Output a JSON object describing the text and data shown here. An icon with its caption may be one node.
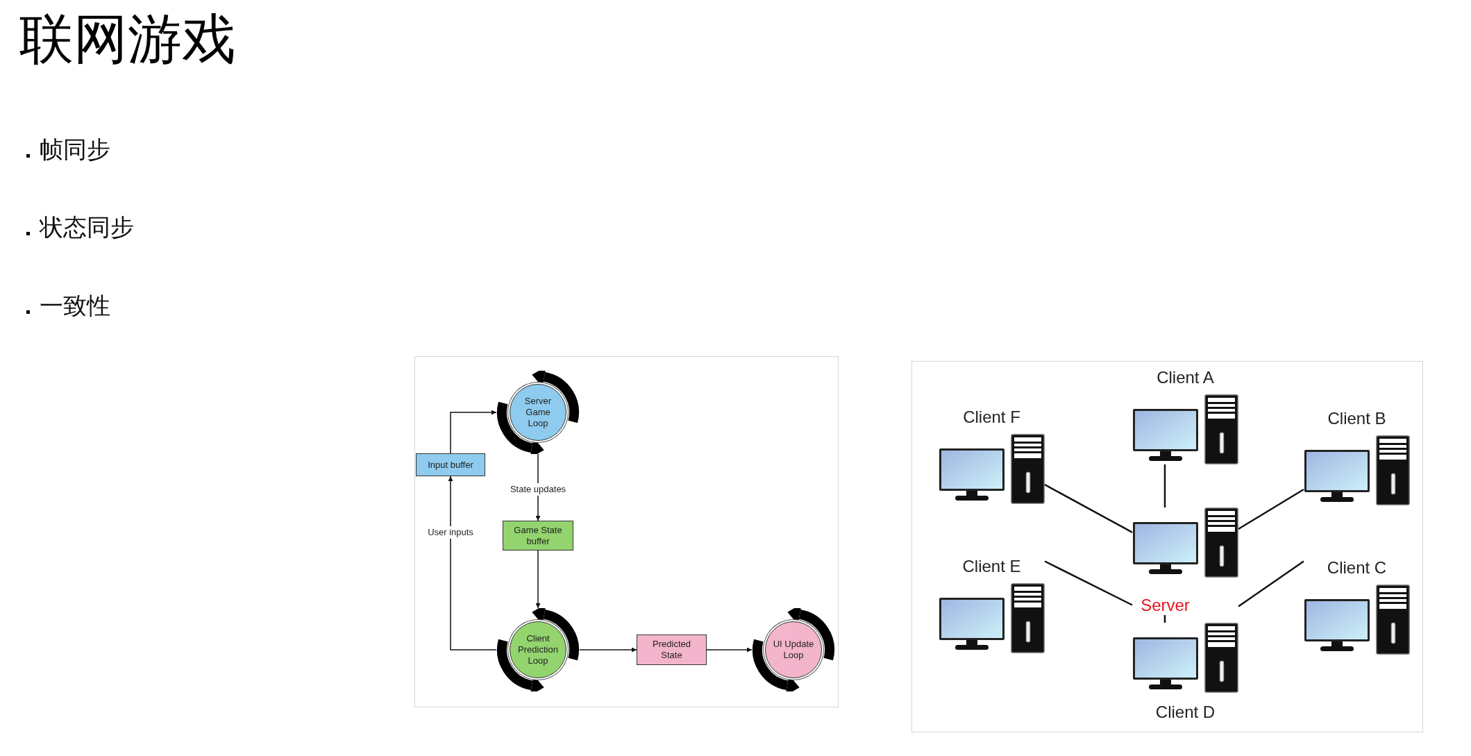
{
  "diagram": {
    "title": "联网游戏",
    "nodes": [
      {
        "text": [
          "Server Game Loop"
        ]
      },
      {
        "text": [
          "Input buffer"
        ]
      },
      {
        "text": [
          "Game State buffer"
        ]
      },
      {
        "text": [
          "Client Prediction Loop"
        ]
      },
      {
        "text": [
          "Predicted State"
        ]
      },
      {
        "text": [
          "UI Update Loop"
        ]
      },
      {
        "text": [
          "Client A"
        ]
      },
      {
        "text": [
          "Client F"
        ]
      },
      {
        "text": [
          "Client B"
        ]
      },
      {
        "text": [
          "Server"
        ]
      },
      {
        "text": [
          "Client E"
        ]
      },
      {
        "text": [
          "Client C"
        ]
      },
      {
        "text": [
          "Client D"
        ]
      }
    ],
    "edges": [
      {
        "from": 1,
        "to": 0,
        "arrow": "to"
      },
      {
        "from": 0,
        "to": 2,
        "arrow": "to",
        "label": "State updates"
      },
      {
        "from": 2,
        "to": 3,
        "arrow": "to"
      },
      {
        "from": 3,
        "to": 1,
        "arrow": "to",
        "label": "User inputs"
      },
      {
        "from": 3,
        "to": 4,
        "arrow": "to"
      },
      {
        "from": 4,
        "to": 5,
        "arrow": "to"
      },
      {
        "from": 9,
        "to": 6,
        "arrow": "none"
      },
      {
        "from": 9,
        "to": 7,
        "arrow": "none"
      },
      {
        "from": 9,
        "to": 8,
        "arrow": "none"
      },
      {
        "from": 9,
        "to": 10,
        "arrow": "none"
      },
      {
        "from": 9,
        "to": 11,
        "arrow": "none"
      },
      {
        "from": 9,
        "to": 12,
        "arrow": "none"
      }
    ],
    "labels": [
      "帧同步",
      "状态同步",
      "一致性"
    ]
  }
}
